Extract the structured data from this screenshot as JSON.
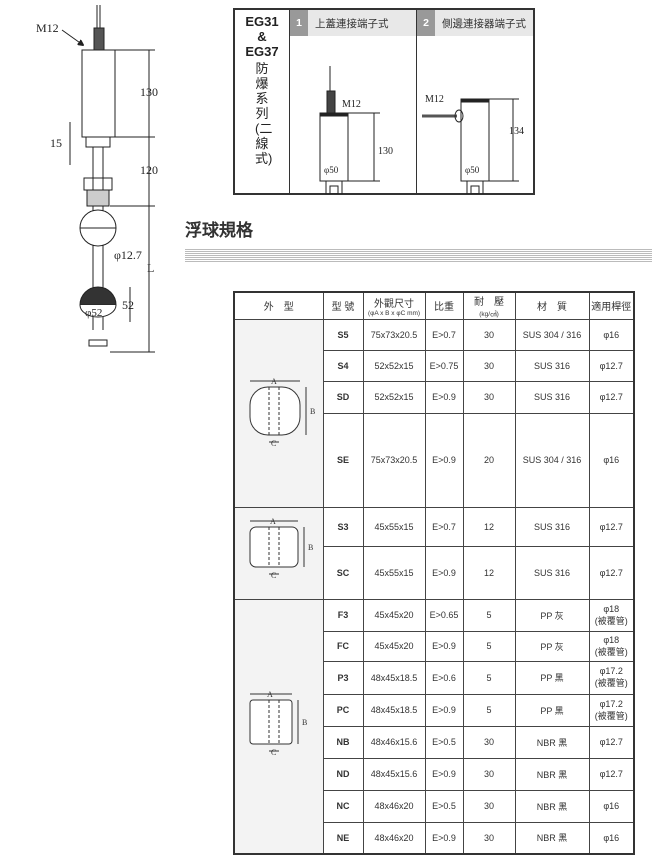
{
  "diagram": {
    "m12": "M12",
    "h130": "130",
    "h15": "15",
    "h120": "120",
    "rod": "φ12.7",
    "L": "L",
    "ball": "φ52",
    "h52": "52"
  },
  "series": {
    "line1": "EG31",
    "amp": "&",
    "line2": "EG37",
    "cn": "防爆系列(二線式)"
  },
  "panels": [
    {
      "num": "1",
      "label": "上蓋連接端子式",
      "m12": "M12",
      "height": "130",
      "dia": "φ50"
    },
    {
      "num": "2",
      "label": "側邊連接器端子式",
      "m12": "M12",
      "height": "134",
      "dia": "φ50"
    }
  ],
  "section_title": "浮球規格",
  "table": {
    "headers": {
      "shape": "外　型",
      "model": "型 號",
      "dims": "外觀尺寸",
      "dims_sub": "(φA x B x φC mm)",
      "sg": "比重",
      "pressure": "耐　壓",
      "pressure_sub": "(kg/㎠)",
      "material": "材　質",
      "rod": "適用桿徑"
    },
    "shape_labels": {
      "a": "A",
      "b": "B",
      "c": "C"
    },
    "rows": [
      {
        "model": "S5",
        "dims": "75x73x20.5",
        "sg": "E>0.7",
        "pressure": "30",
        "material": "SUS 304 / 316",
        "rod": "φ16"
      },
      {
        "model": "S4",
        "dims": "52x52x15",
        "sg": "E>0.75",
        "pressure": "30",
        "material": "SUS 316",
        "rod": "φ12.7"
      },
      {
        "model": "SD",
        "dims": "52x52x15",
        "sg": "E>0.9",
        "pressure": "30",
        "material": "SUS 316",
        "rod": "φ12.7"
      },
      {
        "model": "SE",
        "dims": "75x73x20.5",
        "sg": "E>0.9",
        "pressure": "20",
        "material": "SUS 304 / 316",
        "rod": "φ16"
      },
      {
        "model": "S3",
        "dims": "45x55x15",
        "sg": "E>0.7",
        "pressure": "12",
        "material": "SUS 316",
        "rod": "φ12.7"
      },
      {
        "model": "SC",
        "dims": "45x55x15",
        "sg": "E>0.9",
        "pressure": "12",
        "material": "SUS 316",
        "rod": "φ12.7"
      },
      {
        "model": "F3",
        "dims": "45x45x20",
        "sg": "E>0.65",
        "pressure": "5",
        "material": "PP 灰",
        "rod": "φ18",
        "rod2": "(被覆管)"
      },
      {
        "model": "FC",
        "dims": "45x45x20",
        "sg": "E>0.9",
        "pressure": "5",
        "material": "PP 灰",
        "rod": "φ18",
        "rod2": "(被覆管)"
      },
      {
        "model": "P3",
        "dims": "48x45x18.5",
        "sg": "E>0.6",
        "pressure": "5",
        "material": "PP 黑",
        "rod": "φ17.2",
        "rod2": "(被覆管)"
      },
      {
        "model": "PC",
        "dims": "48x45x18.5",
        "sg": "E>0.9",
        "pressure": "5",
        "material": "PP 黑",
        "rod": "φ17.2",
        "rod2": "(被覆管)"
      },
      {
        "model": "NB",
        "dims": "48x46x15.6",
        "sg": "E>0.5",
        "pressure": "30",
        "material": "NBR 黑",
        "rod": "φ12.7"
      },
      {
        "model": "ND",
        "dims": "48x45x15.6",
        "sg": "E>0.9",
        "pressure": "30",
        "material": "NBR 黑",
        "rod": "φ12.7"
      },
      {
        "model": "NC",
        "dims": "48x46x20",
        "sg": "E>0.5",
        "pressure": "30",
        "material": "NBR 黑",
        "rod": "φ16"
      },
      {
        "model": "NE",
        "dims": "48x46x20",
        "sg": "E>0.9",
        "pressure": "30",
        "material": "NBR 黑",
        "rod": "φ16"
      }
    ]
  }
}
